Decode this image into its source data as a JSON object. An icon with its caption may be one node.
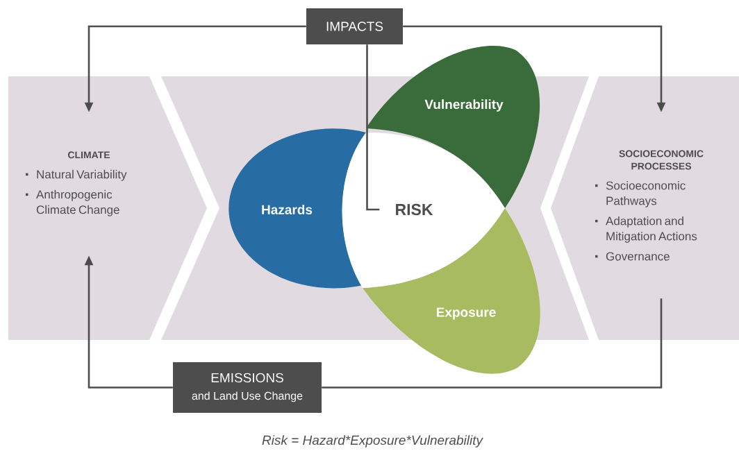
{
  "diagram": {
    "caption": "Risk = Hazard*Exposure*Vulnerability",
    "nodes": [
      {
        "text": [
          "CLIMATE",
          "Natural Variability",
          "Anthropogenic Climate Change"
        ]
      },
      {
        "text": [
          "SOCIOECONOMIC PROCESSES",
          "Socioeconomic Pathways",
          "Adaptation and Mitigation Actions",
          "Governance"
        ]
      },
      {
        "text": [
          "Hazards"
        ]
      },
      {
        "text": [
          "Vulnerability"
        ]
      },
      {
        "text": [
          "Exposure"
        ]
      },
      {
        "text": [
          "RISK"
        ]
      },
      {
        "text": [
          "IMPACTS"
        ]
      },
      {
        "text": [
          "EMISSIONS",
          "and Land Use Change"
        ]
      }
    ],
    "edges": [
      {
        "from": 6,
        "to": 0,
        "arrow": "to"
      },
      {
        "from": 6,
        "to": 1,
        "arrow": "to"
      },
      {
        "from": 5,
        "to": 6,
        "arrow": "none"
      },
      {
        "from": 1,
        "to": 7,
        "arrow": "none"
      },
      {
        "from": 7,
        "to": 0,
        "arrow": "to"
      }
    ]
  }
}
